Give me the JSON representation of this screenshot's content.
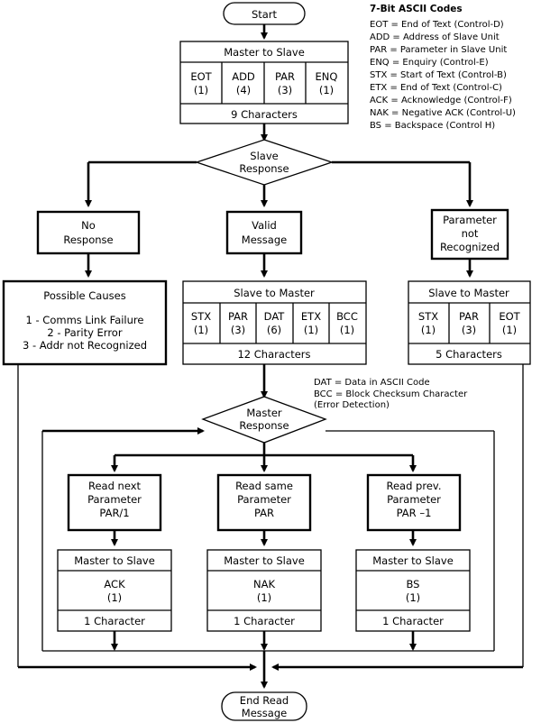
{
  "start": "Start",
  "end": [
    "End Read",
    "Message"
  ],
  "legend": {
    "title": "7-Bit ASCII Codes",
    "items": [
      "EOT = End of Text (Control-D)",
      "ADD = Address of Slave Unit",
      "PAR = Parameter in Slave Unit",
      "ENQ = Enquiry (Control-E)",
      "STX = Start of Text (Control-B)",
      "ETX = End of Text (Control-C)",
      "ACK = Acknowledge (Control-F)",
      "NAK = Negative ACK (Control-U)",
      "BS = Backspace (Control H)"
    ]
  },
  "legend2": [
    "DAT = Data in ASCII Code",
    "BCC = Block Checksum Character",
    "(Error Detection)"
  ],
  "master_to_slave_top": {
    "title": "Master to Slave",
    "cells": [
      {
        "code": "EOT",
        "count": "(1)"
      },
      {
        "code": "ADD",
        "count": "(4)"
      },
      {
        "code": "PAR",
        "count": "(3)"
      },
      {
        "code": "ENQ",
        "count": "(1)"
      }
    ],
    "footer": "9 Characters"
  },
  "slave_response": [
    "Slave",
    "Response"
  ],
  "no_response": [
    "No",
    "Response"
  ],
  "valid_message": [
    "Valid",
    "Message"
  ],
  "param_not_recognized": [
    "Parameter",
    "not",
    "Recognized"
  ],
  "possible_causes": {
    "title": "Possible Causes",
    "lines": [
      "1 - Comms Link Failure",
      "2 - Parity Error",
      "3 - Addr not Recognized"
    ]
  },
  "slave_to_master_valid": {
    "title": "Slave to Master",
    "cells": [
      {
        "code": "STX",
        "count": "(1)"
      },
      {
        "code": "PAR",
        "count": "(3)"
      },
      {
        "code": "DAT",
        "count": "(6)"
      },
      {
        "code": "ETX",
        "count": "(1)"
      },
      {
        "code": "BCC",
        "count": "(1)"
      }
    ],
    "footer": "12 Characters"
  },
  "slave_to_master_err": {
    "title": "Slave to Master",
    "cells": [
      {
        "code": "STX",
        "count": "(1)"
      },
      {
        "code": "PAR",
        "count": "(3)"
      },
      {
        "code": "EOT",
        "count": "(1)"
      }
    ],
    "footer": "5 Characters"
  },
  "master_response": [
    "Master",
    "Response"
  ],
  "read_next": [
    "Read next",
    "Parameter",
    "PAR/1"
  ],
  "read_same": [
    "Read same",
    "Parameter",
    "PAR"
  ],
  "read_prev": [
    "Read prev.",
    "Parameter",
    "PAR –1"
  ],
  "mts_ack": {
    "title": "Master to Slave",
    "code": "ACK",
    "count": "(1)",
    "footer": "1 Character"
  },
  "mts_nak": {
    "title": "Master to Slave",
    "code": "NAK",
    "count": "(1)",
    "footer": "1 Character"
  },
  "mts_bs": {
    "title": "Master to Slave",
    "code": "BS",
    "count": "(1)",
    "footer": "1 Character"
  }
}
